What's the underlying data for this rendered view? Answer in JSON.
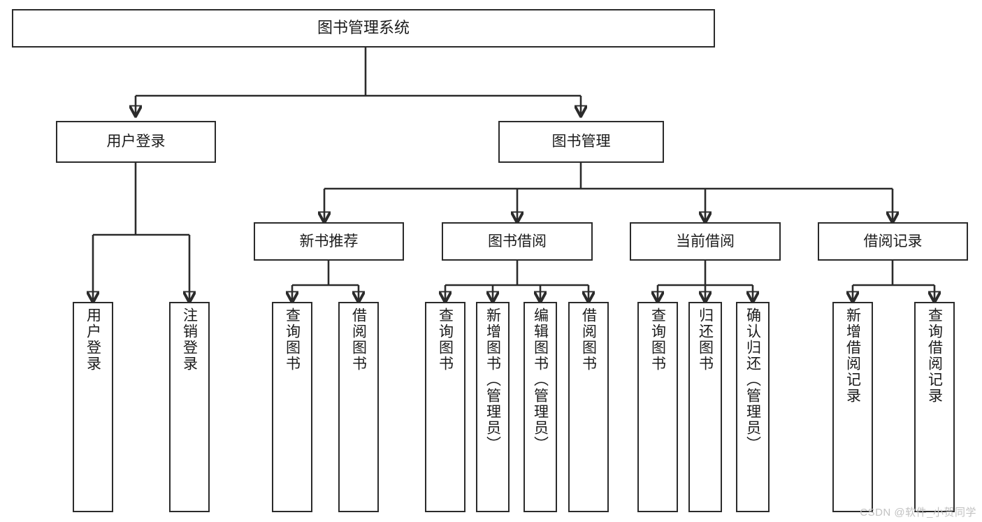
{
  "diagram": {
    "type": "tree",
    "title": "图书管理系统",
    "watermark": "CSDN @软件_小贺同学",
    "colors": {
      "stroke": "#2b2b2b",
      "fill": "#ffffff",
      "watermark": "#c2c2c2"
    },
    "nodes": {
      "root": "图书管理系统",
      "login": "用户登录",
      "book_mgmt": "图书管理",
      "new_book_rec": "新书推荐",
      "book_borrow": "图书借阅",
      "current_borrow": "当前借阅",
      "borrow_record": "借阅记录",
      "login_leaf_1": "用户登录",
      "login_leaf_2": "注销登录",
      "rec_leaf_1": "查询图书",
      "rec_leaf_2": "借阅图书",
      "borrow_leaf_1": "查询图书",
      "borrow_leaf_2": "新增图书（管理员）",
      "borrow_leaf_3": "编辑图书（管理员）",
      "borrow_leaf_4": "借阅图书",
      "current_leaf_1": "查询图书",
      "current_leaf_2": "归还图书",
      "current_leaf_3": "确认归还（管理员）",
      "record_leaf_1": "新增借阅记录",
      "record_leaf_2": "查询借阅记录"
    },
    "edges": [
      "图书管理系统 → 用户登录",
      "图书管理系统 → 图书管理",
      "用户登录 → 用户登录",
      "用户登录 → 注销登录",
      "图书管理 → 新书推荐",
      "图书管理 → 图书借阅",
      "图书管理 → 当前借阅",
      "图书管理 → 借阅记录",
      "新书推荐 → 查询图书",
      "新书推荐 → 借阅图书",
      "图书借阅 → 查询图书",
      "图书借阅 → 新增图书（管理员）",
      "图书借阅 → 编辑图书（管理员）",
      "图书借阅 → 借阅图书",
      "当前借阅 → 查询图书",
      "当前借阅 → 归还图书",
      "当前借阅 → 确认归还（管理员）",
      "借阅记录 → 新增借阅记录",
      "借阅记录 → 查询借阅记录"
    ]
  }
}
